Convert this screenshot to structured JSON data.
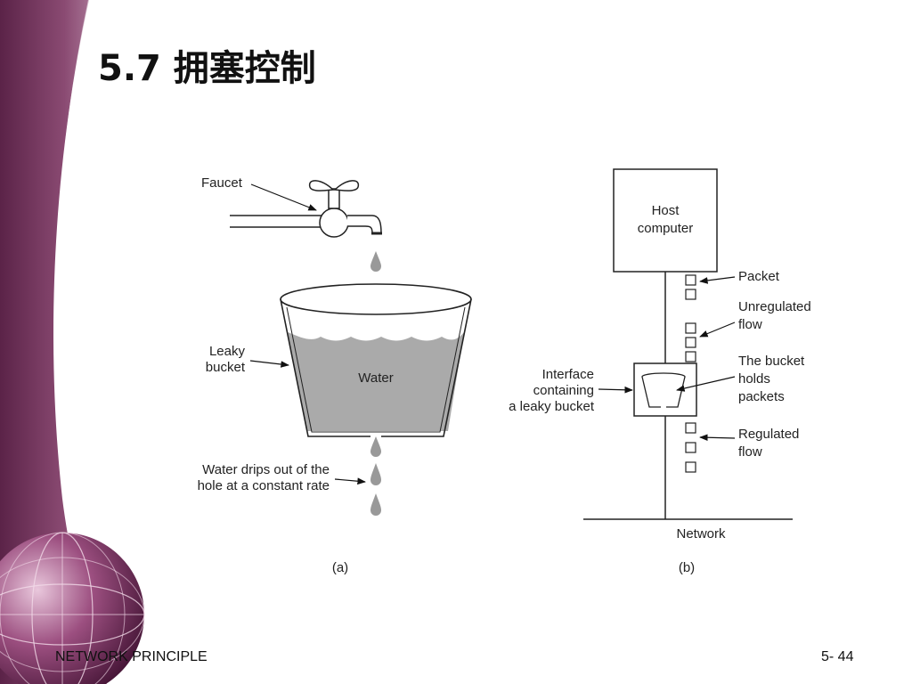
{
  "slide": {
    "title": "5.7 拥塞控制",
    "footer_left": "NETWORK PRINCIPLE",
    "footer_right": "5- 44"
  },
  "figure_a": {
    "faucet_label": "Faucet",
    "bucket_label_line1": "Leaky",
    "bucket_label_line2": "bucket",
    "water_label": "Water",
    "drips_label_line1": "Water drips out of the",
    "drips_label_line2": "hole at a constant rate",
    "caption": "(a)"
  },
  "figure_b": {
    "host_line1": "Host",
    "host_line2": "computer",
    "packet_label": "Packet",
    "unregulated_line1": "Unregulated",
    "unregulated_line2": "flow",
    "holds_line1": "The bucket",
    "holds_line2": "holds",
    "holds_line3": "packets",
    "interface_line1": "Interface",
    "interface_line2": "containing",
    "interface_line3": "a leaky bucket",
    "regulated_line1": "Regulated",
    "regulated_line2": "flow",
    "network_label": "Network",
    "caption": "(b)"
  },
  "colors": {
    "theme_purple": "#7a3a63",
    "water_gray": "#aaaaaa"
  }
}
